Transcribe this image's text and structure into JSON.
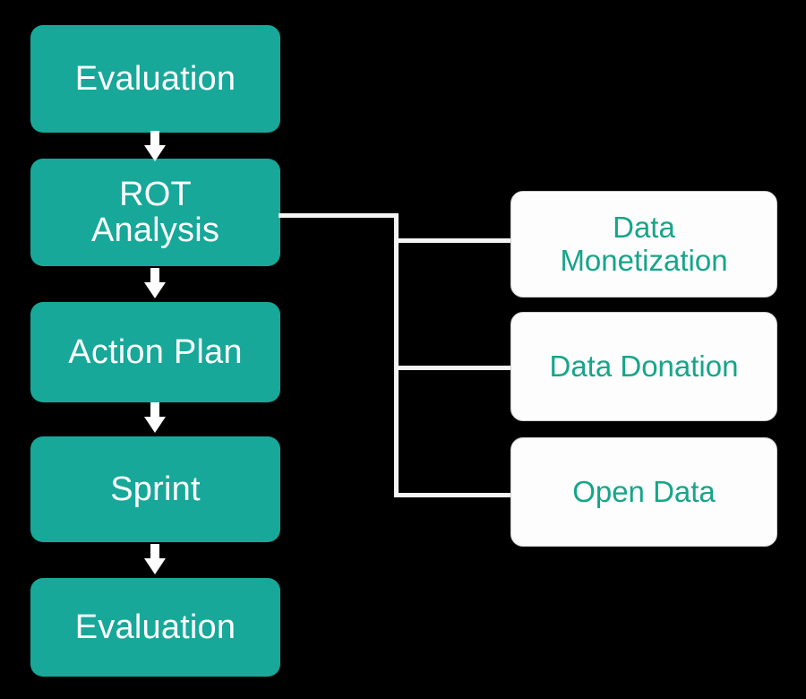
{
  "diagram": {
    "title": "Data lifecycle process flow with outcome options",
    "background_color": "#000000",
    "process_color": "#17a899",
    "process_text_color": "#ffffff",
    "outcome_color": "#fdfdfd",
    "outcome_text_color": "#16a589",
    "connector_color": "#f4f4f4"
  },
  "process_steps": [
    {
      "id": "evaluation-top",
      "label": "Evaluation"
    },
    {
      "id": "rot-analysis",
      "label": "ROT\nAnalysis"
    },
    {
      "id": "action-plan",
      "label": "Action Plan"
    },
    {
      "id": "sprint",
      "label": "Sprint"
    },
    {
      "id": "evaluation-bottom",
      "label": "Evaluation"
    }
  ],
  "outcomes": [
    {
      "id": "data-monetization",
      "label": "Data\nMonetization"
    },
    {
      "id": "data-donation",
      "label": "Data Donation"
    },
    {
      "id": "open-data",
      "label": "Open Data"
    }
  ],
  "flow": {
    "arrow_direction": "down",
    "arrow_count": 4,
    "branch_source": "rot-analysis",
    "branch_targets": [
      "data-monetization",
      "data-donation",
      "open-data"
    ]
  }
}
